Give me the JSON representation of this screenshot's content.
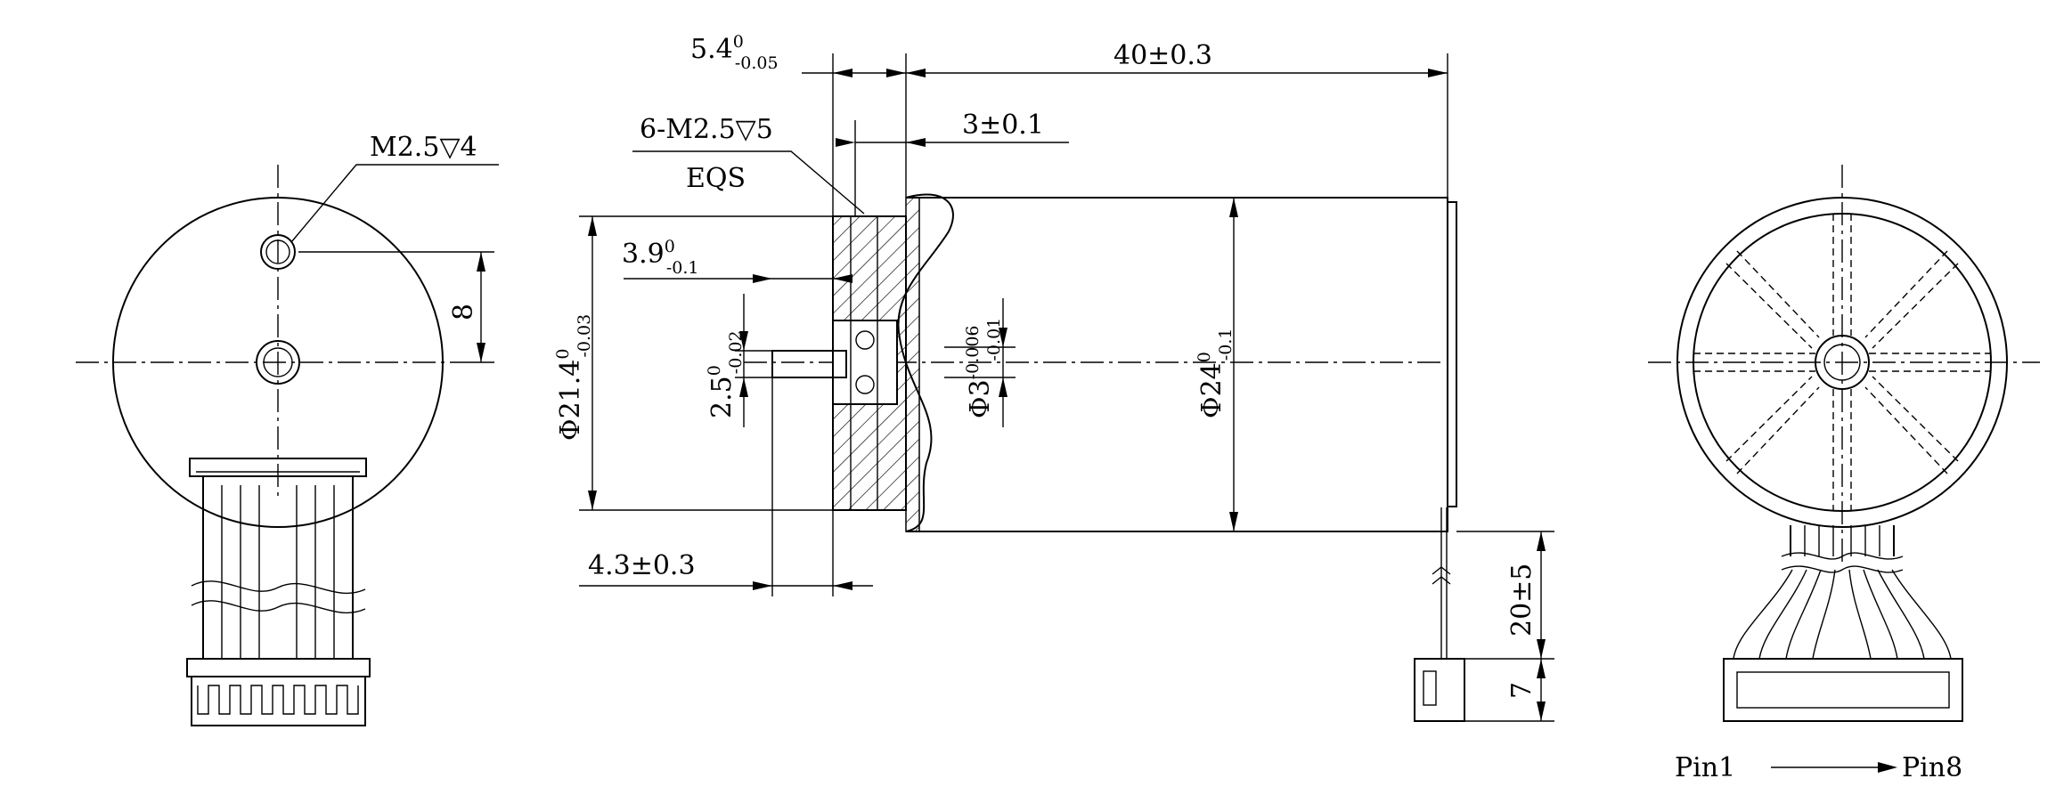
{
  "labels": {
    "m25_depth": "M2.5",
    "m25_depth_suffix": "▽4",
    "hole_spacing": "8",
    "six_m25": "6-M2.5",
    "six_m25_suffix": "▽5",
    "eqs": "EQS",
    "flange_thk": "5.4",
    "flange_thk_sup": "0",
    "flange_thk_sub": "-0.05",
    "body_len": "40±0.3",
    "boss_len": "3±0.1",
    "boss_dia": "Φ21.4",
    "boss_dia_sup": "0",
    "boss_dia_sub": "-0.03",
    "shaft_len": "3.9",
    "shaft_len_sup": "0",
    "shaft_len_sub": "-0.1",
    "shaft_flat": "2.5",
    "shaft_flat_sup": "0",
    "shaft_flat_sub": "-0.02",
    "shaft_dia": "Φ3",
    "shaft_dia_sup": "-0.006",
    "shaft_dia_sub": "-0.01",
    "body_dia": "Φ24",
    "body_dia_sup": "0",
    "body_dia_sub": "-0.1",
    "shaft_ext": "4.3±0.3",
    "lead_len": "20±5",
    "conn_len": "7",
    "pin_start": "Pin1",
    "pin_end": "Pin8"
  }
}
